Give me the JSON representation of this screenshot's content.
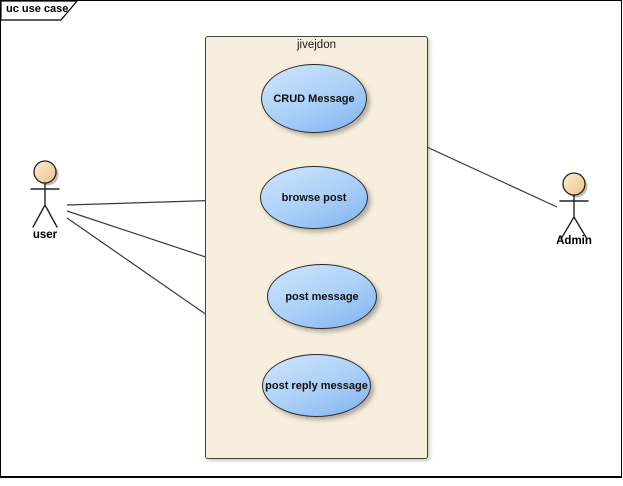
{
  "frame": {
    "tab_label": "uc use case"
  },
  "system_boundary": {
    "label": "jivejdon"
  },
  "use_cases": [
    {
      "id": "crud-message",
      "label": "CRUD Message"
    },
    {
      "id": "browse-post",
      "label": "browse post"
    },
    {
      "id": "post-message",
      "label": "post message"
    },
    {
      "id": "post-reply-message",
      "label": "post reply message"
    }
  ],
  "actors": [
    {
      "id": "user",
      "label": "user"
    },
    {
      "id": "admin",
      "label": "Admin"
    }
  ],
  "associations": [
    {
      "from": "user",
      "to": "browse post"
    },
    {
      "from": "user",
      "to": "post message"
    },
    {
      "from": "user",
      "to": "post reply message"
    },
    {
      "from": "Admin",
      "to": "CRUD Message"
    }
  ],
  "colors": {
    "boundary_fill": "#f8eedd",
    "uc_grad_top": "#d0e6fd",
    "uc_grad_bottom": "#7fb2ee",
    "head_top": "#fdf0d2",
    "head_bottom": "#ecc186",
    "line": "#3a3a3a"
  }
}
